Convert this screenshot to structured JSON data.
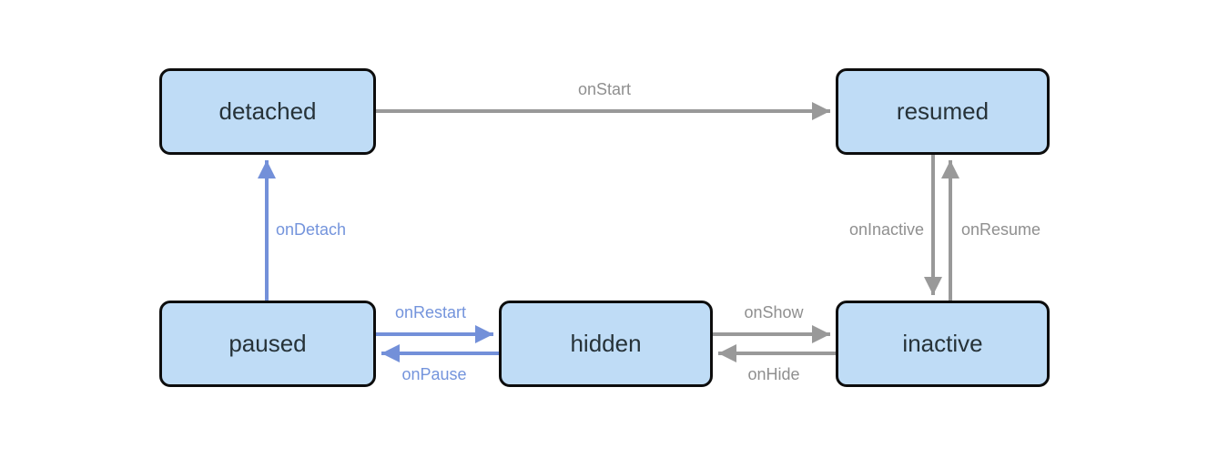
{
  "diagram": {
    "type": "state-diagram",
    "colors": {
      "background": "#ffffff",
      "state_fill": "#bfdcf6",
      "state_border": "#0d0d0d",
      "state_text": "#263238",
      "gray_edge": "#999999",
      "gray_label": "#8f8f8f",
      "blue_edge": "#7390d9",
      "blue_label": "#7494dc"
    },
    "states": [
      {
        "id": "detached",
        "label": "detached"
      },
      {
        "id": "resumed",
        "label": "resumed"
      },
      {
        "id": "paused",
        "label": "paused"
      },
      {
        "id": "hidden",
        "label": "hidden"
      },
      {
        "id": "inactive",
        "label": "inactive"
      }
    ],
    "edges": [
      {
        "label": "onStart",
        "from": "detached",
        "to": "resumed",
        "color": "gray"
      },
      {
        "label": "onDetach",
        "from": "paused",
        "to": "detached",
        "color": "blue"
      },
      {
        "label": "onInactive",
        "from": "resumed",
        "to": "inactive",
        "color": "gray"
      },
      {
        "label": "onResume",
        "from": "inactive",
        "to": "resumed",
        "color": "gray"
      },
      {
        "label": "onRestart",
        "from": "paused",
        "to": "hidden",
        "color": "blue"
      },
      {
        "label": "onPause",
        "from": "hidden",
        "to": "paused",
        "color": "blue"
      },
      {
        "label": "onShow",
        "from": "hidden",
        "to": "inactive",
        "color": "gray"
      },
      {
        "label": "onHide",
        "from": "inactive",
        "to": "hidden",
        "color": "gray"
      }
    ]
  }
}
